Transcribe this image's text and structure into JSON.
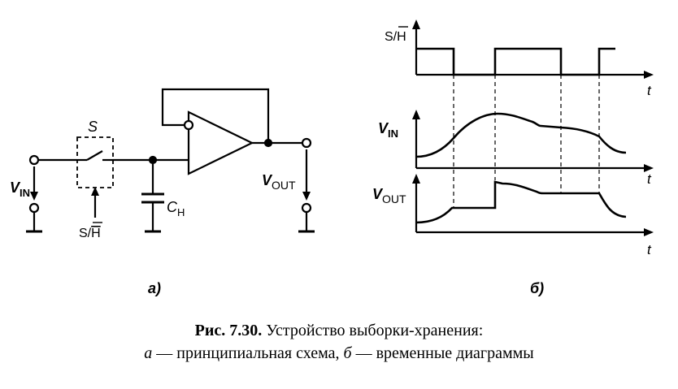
{
  "circuit": {
    "switch_label": "S",
    "control_label": "S/H",
    "control_label_plain": "S/",
    "control_label_bar": "H",
    "input_label_v": "V",
    "input_label_sub": "IN",
    "output_label_v": "V",
    "output_label_sub": "OUT",
    "cap_label_c": "C",
    "cap_label_sub": "H",
    "panel_label": "а)"
  },
  "timing": {
    "sh_plain": "S/",
    "sh_bar": "H",
    "vin_v": "V",
    "vin_sub": "IN",
    "vout_v": "V",
    "vout_sub": "OUT",
    "time_axis": "t",
    "panel_label": "б)"
  },
  "caption": {
    "number": "Рис. 7.30.",
    "title": " Устройство выборки-хранения:",
    "line2_a": "а",
    "line2_a_text": " — принципиальная схема, ",
    "line2_b": "б",
    "line2_b_text": " — временные диаграммы"
  }
}
